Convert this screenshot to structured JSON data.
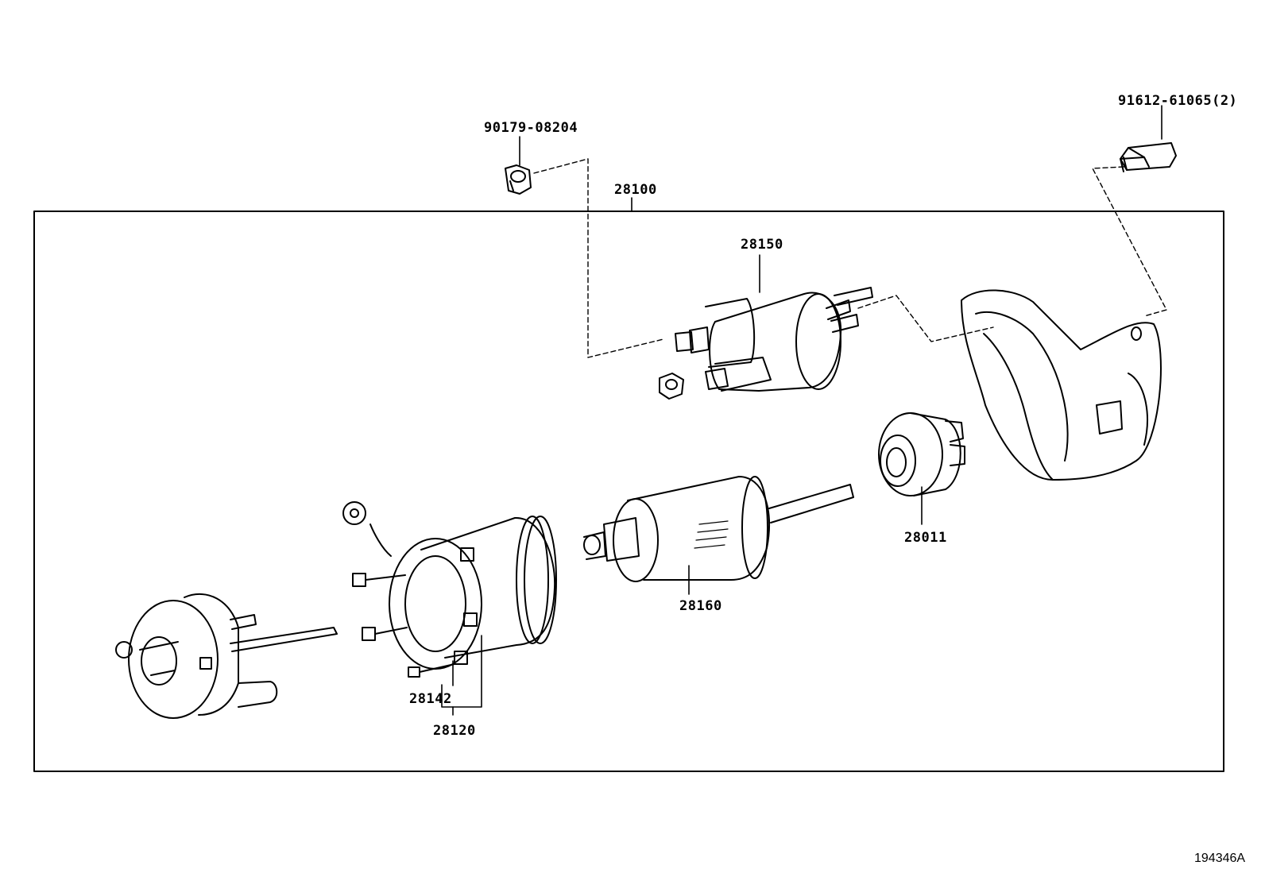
{
  "labels": {
    "nut_top": "90179-08204",
    "bolt": "91612-61065(2)",
    "starter_assy": "28100",
    "solenoid": "28150",
    "clutch": "28011",
    "armature": "28160",
    "brush": "28142",
    "yoke": "28120"
  },
  "figure_id": "194346A"
}
